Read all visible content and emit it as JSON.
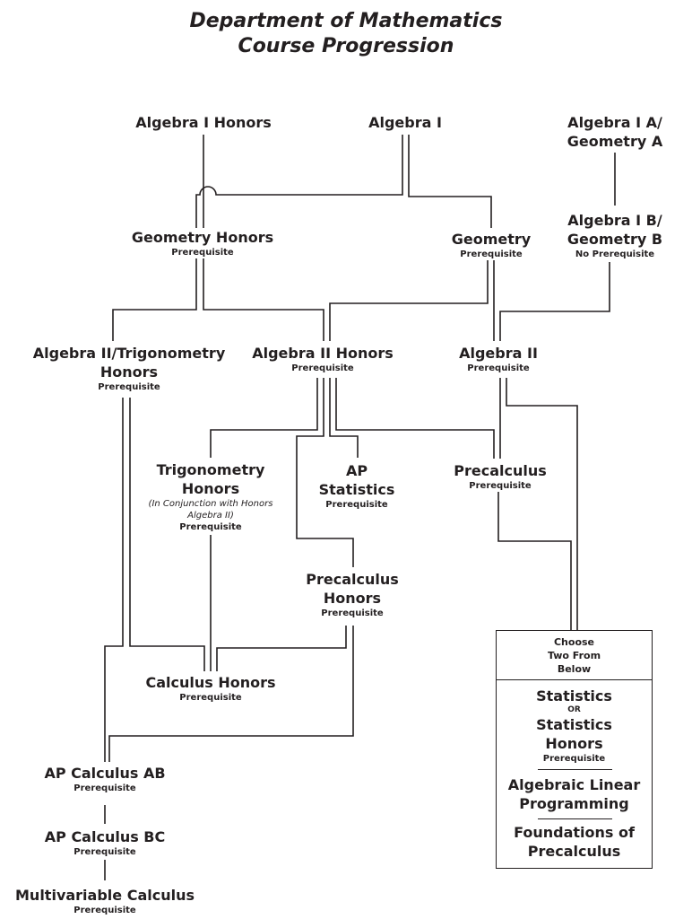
{
  "header": {
    "title_line1": "Department of Mathematics",
    "title_line2": "Course Progression"
  },
  "nodes": {
    "algebra1_honors": {
      "label": "Algebra I Honors"
    },
    "algebra1": {
      "label": "Algebra I"
    },
    "algebra1a_geometrya": {
      "label_line1": "Algebra I A/",
      "label_line2": "Geometry A"
    },
    "geometry_honors": {
      "label": "Geometry Honors",
      "sub": "Prerequisite"
    },
    "geometry": {
      "label": "Geometry",
      "sub": "Prerequisite"
    },
    "algebra1b_geometryb": {
      "label_line1": "Algebra I B/",
      "label_line2": "Geometry B",
      "sub": "No Prerequisite"
    },
    "algebra2_trig_honors": {
      "label_line1": "Algebra II/Trigonometry",
      "label_line2": "Honors",
      "sub": "Prerequisite"
    },
    "algebra2_honors": {
      "label": "Algebra II Honors",
      "sub": "Prerequisite"
    },
    "algebra2": {
      "label": "Algebra II",
      "sub": "Prerequisite"
    },
    "trig_honors": {
      "label_line1": "Trigonometry",
      "label_line2": "Honors",
      "note_line1": "(In Conjunction with Honors",
      "note_line2": "Algebra II)",
      "sub": "Prerequisite"
    },
    "ap_statistics": {
      "label_line1": "AP",
      "label_line2": "Statistics",
      "sub": "Prerequisite"
    },
    "precalculus": {
      "label": "Precalculus",
      "sub": "Prerequisite"
    },
    "precalc_honors": {
      "label_line1": "Precalculus",
      "label_line2": "Honors",
      "sub": "Prerequisite"
    },
    "calculus_honors": {
      "label": "Calculus Honors",
      "sub": "Prerequisite"
    },
    "ap_calc_ab": {
      "label": "AP Calculus AB",
      "sub": "Prerequisite"
    },
    "ap_calc_bc": {
      "label": "AP Calculus BC",
      "sub": "Prerequisite"
    },
    "multivariable": {
      "label": "Multivariable Calculus",
      "sub": "Prerequisite"
    }
  },
  "choose_box": {
    "head_line1": "Choose",
    "head_line2": "Two From",
    "head_line3": "Below",
    "statistics": "Statistics",
    "or": "OR",
    "stats_honors_line1": "Statistics",
    "stats_honors_line2": "Honors",
    "stats_honors_sub": "Prerequisite",
    "alp_line1": "Algebraic Linear",
    "alp_line2": "Programming",
    "fop_line1": "Foundations of",
    "fop_line2": "Precalculus"
  }
}
